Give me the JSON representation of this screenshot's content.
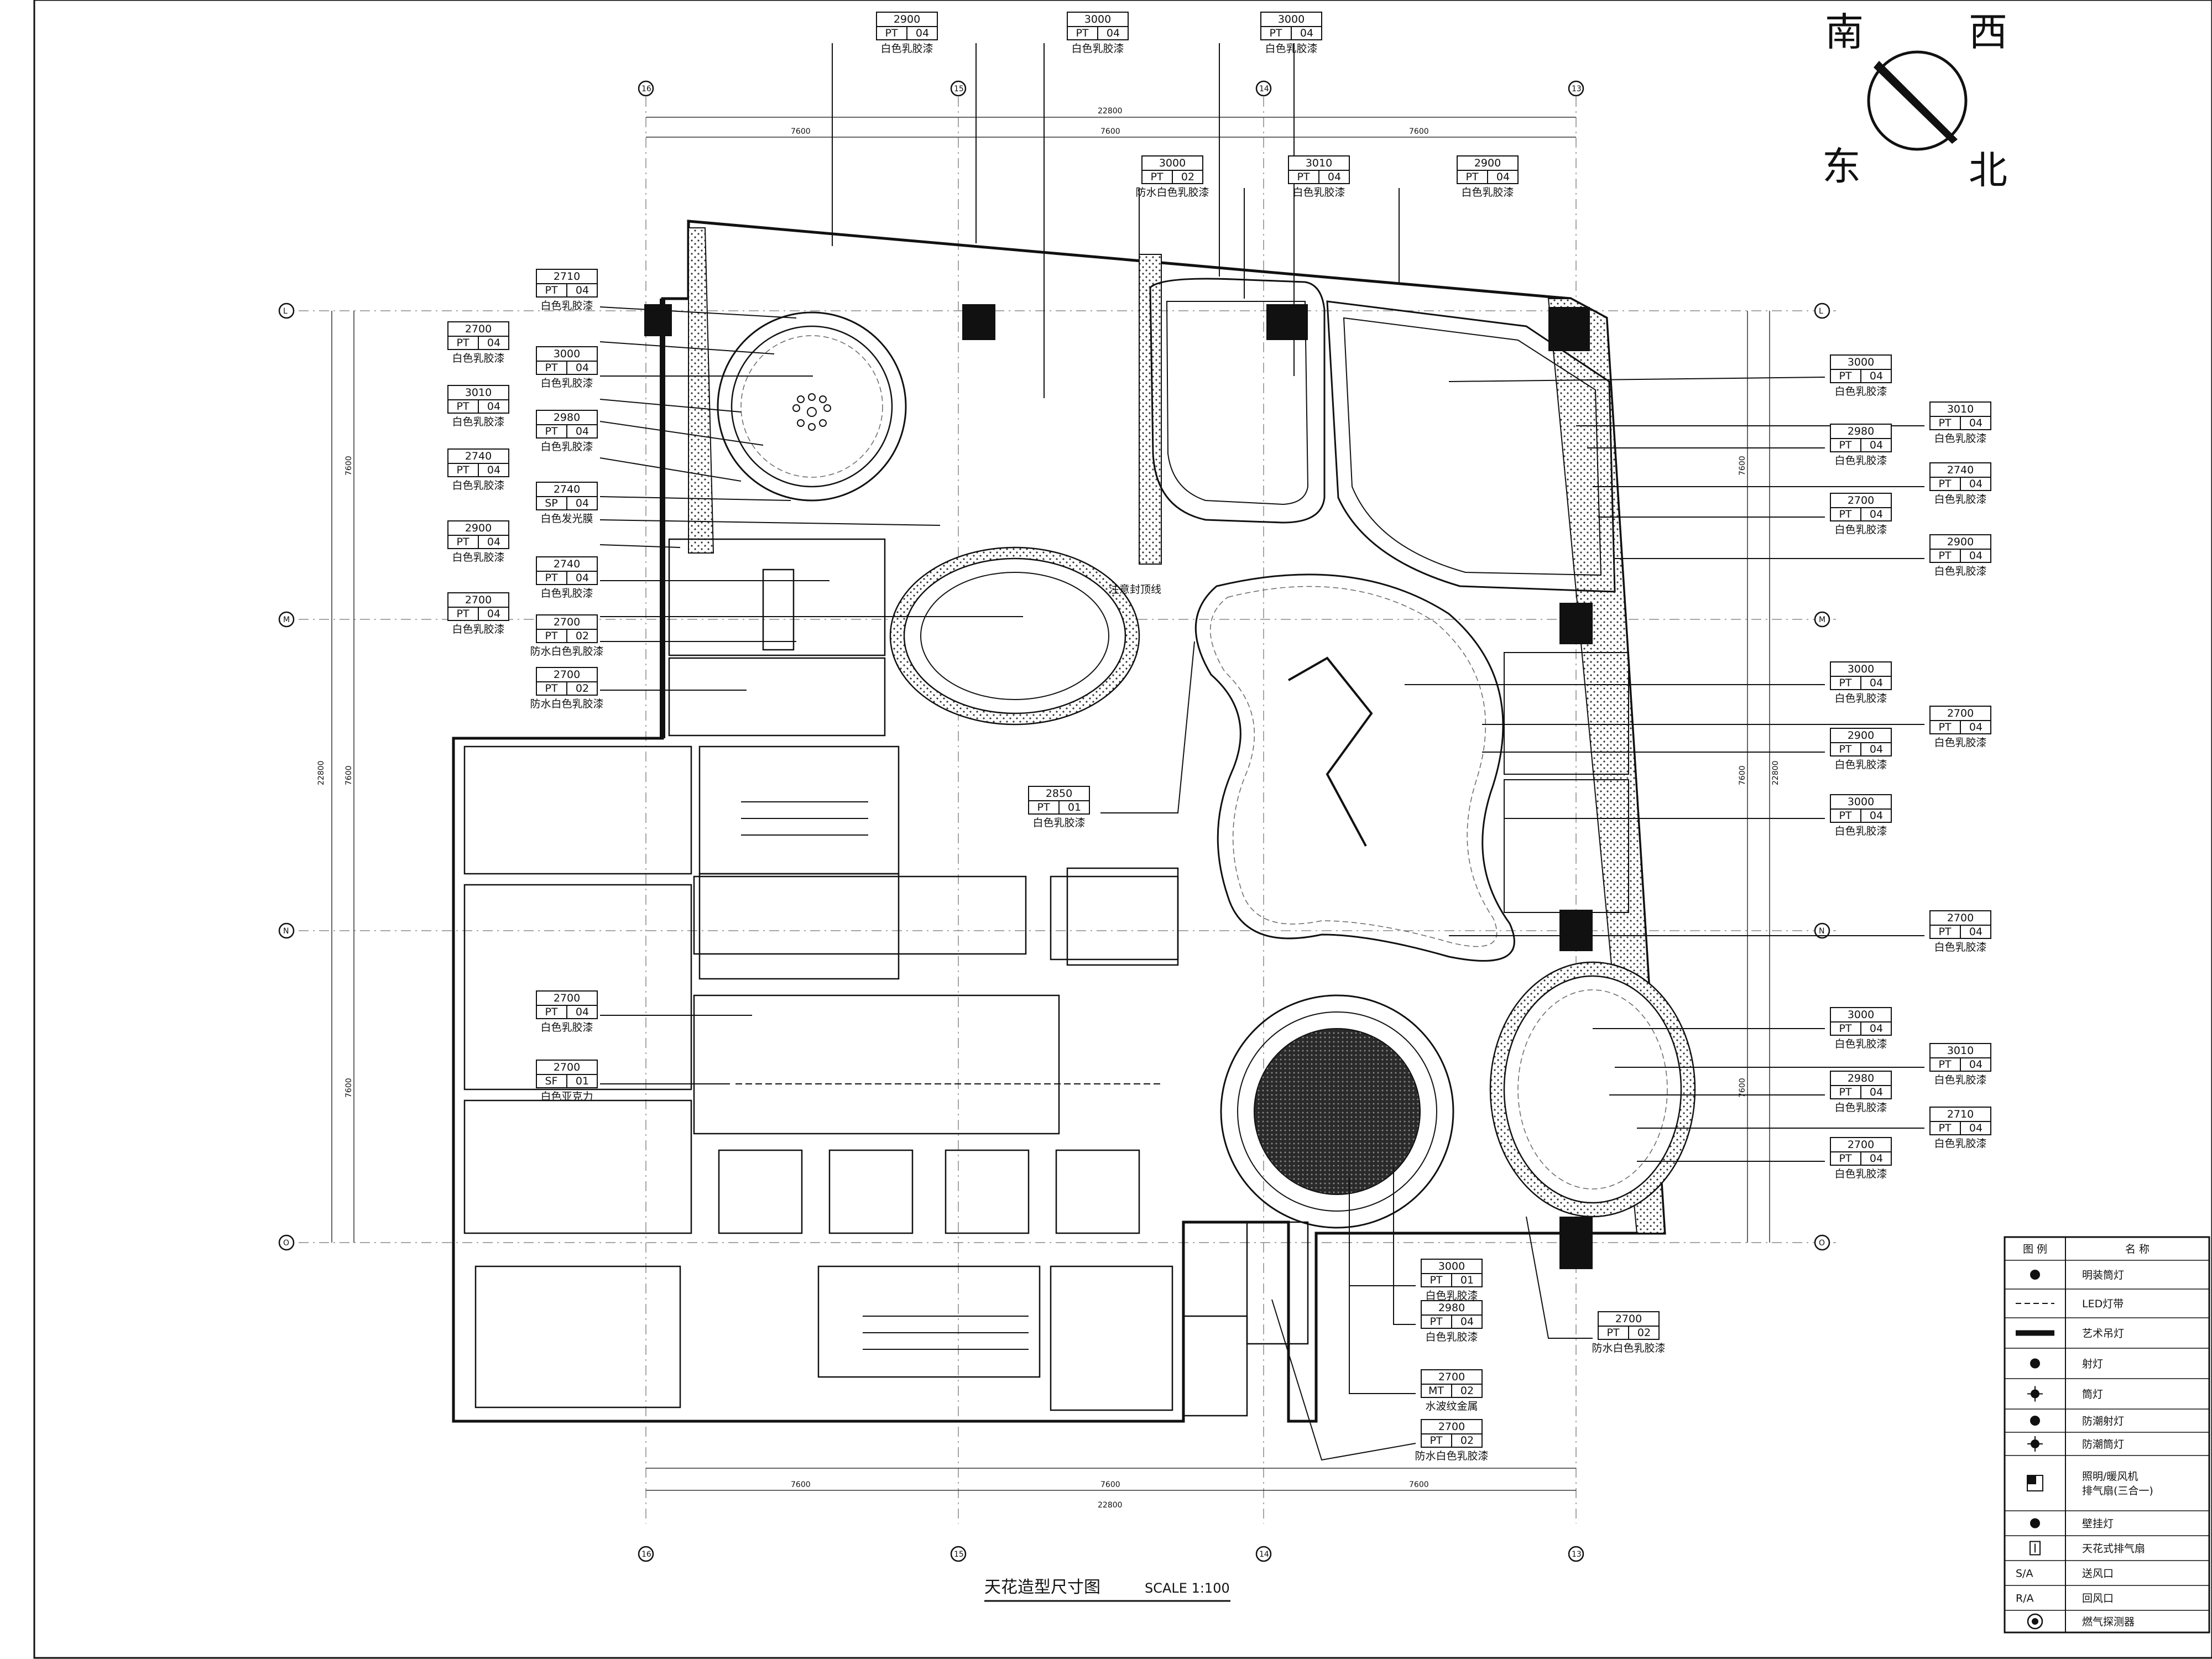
{
  "compass": {
    "south": "南",
    "west": "西",
    "east": "东",
    "north": "北"
  },
  "title": {
    "name": "天花造型尺寸图",
    "scale": "SCALE 1:100"
  },
  "grid_labels": {
    "top": [
      "16",
      "15",
      "14",
      "13"
    ],
    "left": [
      "L",
      "M",
      "N",
      "O"
    ]
  },
  "dimensions": {
    "overall": "22800",
    "top_spans": [
      "7600",
      "7600",
      "7600"
    ],
    "bottom_spans": [
      "7600",
      "7600",
      "7600"
    ],
    "side_spans": [
      "7600",
      "7600",
      "7600"
    ]
  },
  "ceiling_labels": [
    {
      "h": "2900",
      "c": "PT",
      "n": "04",
      "d": "白色乳胶漆"
    },
    {
      "h": "3000",
      "c": "PT",
      "n": "04",
      "d": "白色乳胶漆"
    },
    {
      "h": "3000",
      "c": "PT",
      "n": "04",
      "d": "白色乳胶漆"
    },
    {
      "h": "3000",
      "c": "PT",
      "n": "02",
      "d": "防水白色乳胶漆"
    },
    {
      "h": "3010",
      "c": "PT",
      "n": "04",
      "d": "白色乳胶漆"
    },
    {
      "h": "2900",
      "c": "PT",
      "n": "04",
      "d": "白色乳胶漆"
    },
    {
      "h": "2710",
      "c": "PT",
      "n": "04",
      "d": "白色乳胶漆"
    },
    {
      "h": "2700",
      "c": "PT",
      "n": "04",
      "d": "白色乳胶漆"
    },
    {
      "h": "3000",
      "c": "PT",
      "n": "04",
      "d": "白色乳胶漆"
    },
    {
      "h": "3010",
      "c": "PT",
      "n": "04",
      "d": "白色乳胶漆"
    },
    {
      "h": "2980",
      "c": "PT",
      "n": "04",
      "d": "白色乳胶漆"
    },
    {
      "h": "2740",
      "c": "PT",
      "n": "04",
      "d": "白色乳胶漆"
    },
    {
      "h": "2740",
      "c": "SP",
      "n": "04",
      "d": "白色发光膜"
    },
    {
      "h": "2900",
      "c": "PT",
      "n": "04",
      "d": "白色乳胶漆"
    },
    {
      "h": "2740",
      "c": "PT",
      "n": "04",
      "d": "白色乳胶漆"
    },
    {
      "h": "2700",
      "c": "PT",
      "n": "04",
      "d": "白色乳胶漆"
    },
    {
      "h": "2700",
      "c": "PT",
      "n": "02",
      "d": "防水白色乳胶漆"
    },
    {
      "h": "2700",
      "c": "PT",
      "n": "02",
      "d": "防水白色乳胶漆"
    },
    {
      "h": "2850",
      "c": "PT",
      "n": "01",
      "d": "白色乳胶漆"
    },
    {
      "h": "2700",
      "c": "PT",
      "n": "04",
      "d": "白色乳胶漆"
    },
    {
      "h": "2700",
      "c": "SF",
      "n": "01",
      "d": "白色亚克力"
    },
    {
      "h": "3000",
      "c": "PT",
      "n": "04",
      "d": "白色乳胶漆"
    },
    {
      "h": "3010",
      "c": "PT",
      "n": "04",
      "d": "白色乳胶漆"
    },
    {
      "h": "2980",
      "c": "PT",
      "n": "04",
      "d": "白色乳胶漆"
    },
    {
      "h": "2740",
      "c": "PT",
      "n": "04",
      "d": "白色乳胶漆"
    },
    {
      "h": "2700",
      "c": "PT",
      "n": "04",
      "d": "白色乳胶漆"
    },
    {
      "h": "2900",
      "c": "PT",
      "n": "04",
      "d": "白色乳胶漆"
    },
    {
      "h": "3000",
      "c": "PT",
      "n": "04",
      "d": "白色乳胶漆"
    },
    {
      "h": "2700",
      "c": "PT",
      "n": "04",
      "d": "白色乳胶漆"
    },
    {
      "h": "2900",
      "c": "PT",
      "n": "04",
      "d": "白色乳胶漆"
    },
    {
      "h": "3000",
      "c": "PT",
      "n": "04",
      "d": "白色乳胶漆"
    },
    {
      "h": "2700",
      "c": "PT",
      "n": "04",
      "d": "白色乳胶漆"
    },
    {
      "h": "3000",
      "c": "PT",
      "n": "04",
      "d": "白色乳胶漆"
    },
    {
      "h": "3010",
      "c": "PT",
      "n": "04",
      "d": "白色乳胶漆"
    },
    {
      "h": "2980",
      "c": "PT",
      "n": "04",
      "d": "白色乳胶漆"
    },
    {
      "h": "2710",
      "c": "PT",
      "n": "04",
      "d": "白色乳胶漆"
    },
    {
      "h": "2700",
      "c": "PT",
      "n": "04",
      "d": "白色乳胶漆"
    },
    {
      "h": "3000",
      "c": "PT",
      "n": "01",
      "d": "白色乳胶漆"
    },
    {
      "h": "2980",
      "c": "PT",
      "n": "04",
      "d": "白色乳胶漆"
    },
    {
      "h": "2700",
      "c": "MT",
      "n": "02",
      "d": "水波纹金属"
    },
    {
      "h": "2700",
      "c": "PT",
      "n": "02",
      "d": "防水白色乳胶漆"
    },
    {
      "h": "2700",
      "c": "PT",
      "n": "02",
      "d": "防水白色乳胶漆"
    }
  ],
  "notes": {
    "cabinet": "注意封顶线"
  },
  "legend": {
    "header_symbol": "图 例",
    "header_name": "名 称",
    "items": [
      {
        "icon": "round-downlight-icon",
        "name": "明装筒灯"
      },
      {
        "icon": "led-strip-icon",
        "name": "LED灯带"
      },
      {
        "icon": "art-pendant-icon",
        "name": "艺术吊灯"
      },
      {
        "icon": "spotlight-icon",
        "name": "射灯"
      },
      {
        "icon": "downlight-icon",
        "name": "筒灯"
      },
      {
        "icon": "moisture-spotlight-icon",
        "name": "防潮射灯"
      },
      {
        "icon": "moisture-downlight-icon",
        "name": "防潮筒灯"
      },
      {
        "icon": "heater-fan-icon",
        "name": "照明/暖风机\n排气扇(三合一)"
      },
      {
        "icon": "wall-lamp-icon",
        "name": "壁挂灯"
      },
      {
        "icon": "ceiling-exhaust-icon",
        "name": "天花式排气扇"
      },
      {
        "icon": "supply-vent-icon",
        "sym": "S/A",
        "name": "送风口"
      },
      {
        "icon": "return-vent-icon",
        "sym": "R/A",
        "name": "回风口"
      },
      {
        "icon": "gas-detector-icon",
        "name": "燃气探测器"
      }
    ]
  },
  "colors": {
    "line": "#111111",
    "background": "#ffffff",
    "hatch": "#333333"
  }
}
